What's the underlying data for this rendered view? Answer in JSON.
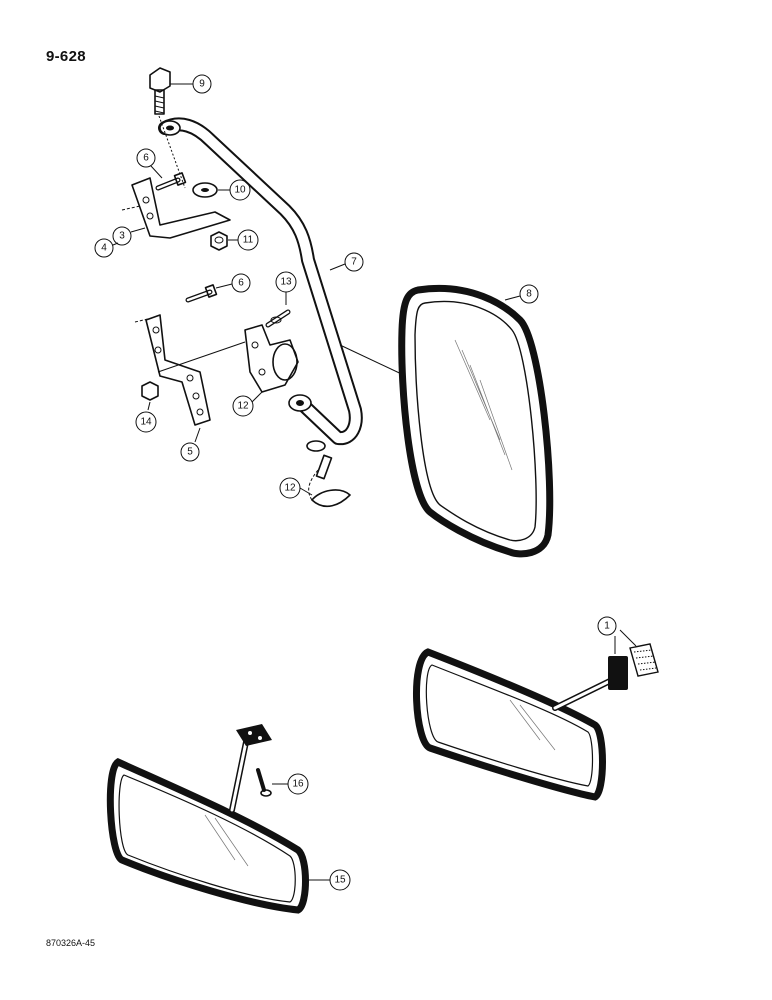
{
  "page_number": "9-628",
  "doc_code": "870326A-45",
  "callouts": {
    "c1": "1",
    "c3": "3",
    "c4": "4",
    "c5": "5",
    "c6a": "6",
    "c6b": "6",
    "c7": "7",
    "c8": "8",
    "c9": "9",
    "c10": "10",
    "c11": "11",
    "c12a": "12",
    "c12b": "12",
    "c13": "13",
    "c14": "14",
    "c15": "15",
    "c16": "16"
  }
}
